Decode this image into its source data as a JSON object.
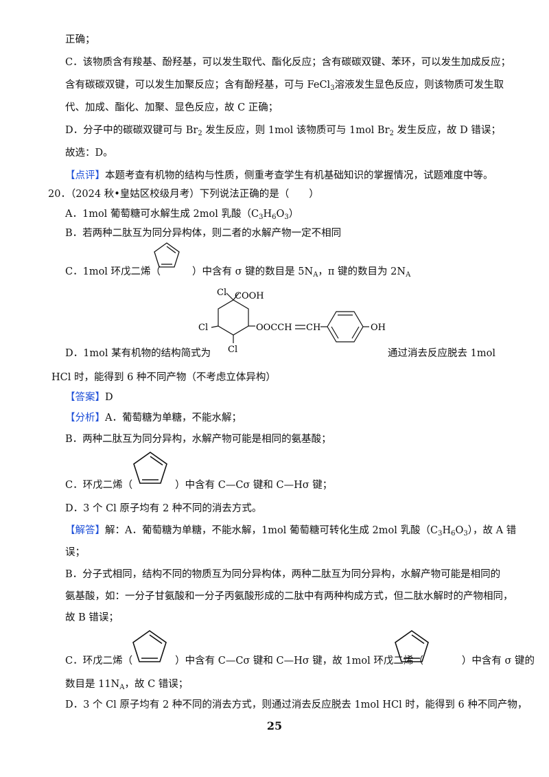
{
  "lines": {
    "l1": "正确；",
    "l2": "C．该物质含有羧基、酚羟基，可以发生取代、酯化反应；含有碳碳双键、苯环，可以发生加成反应；",
    "l3a": "含有碳碳双键，可以发生加聚反应；含有酚羟基，可与 FeCl",
    "l3b": "溶液发生显色反应，则该物质可发生取",
    "l4": "代、加成、酯化、加聚、显色反应，故 C 正确；",
    "l5a": "D．分子中的碳碳双键可与 Br",
    "l5b": " 发生反应，则 1mol 该物质可与 1mol  Br",
    "l5c": " 发生反应，故 D 错误；",
    "l6": "故选：D。",
    "l7tag": "【点评】",
    "l7": "本题考查有机物的结构与性质，侧重考查学生有机基础知识的掌握情况，试题难度中等。",
    "q20": "20．（2024 秋•皇姑区校级月考）下列说法正确的是（　　）",
    "qa_a": "A．1mol 葡萄糖可水解生成 2mol 乳酸（C",
    "qa_b": "H",
    "qa_c": "O",
    "qa_d": "）",
    "qb": "B．若两种二肽互为同分异构体，则二者的水解产物一定不相同",
    "qc_a": "C．1mol 环戊二烯（",
    "qc_b": "）中含有 σ 键的数目是 5N",
    "qc_c": "，π 键的数目为 2N",
    "qd_a": "D．1mol 某有机物的结构简式为",
    "qd_b": "通过消去反应脱去 1mol",
    "qd_c": "HCl 时，能得到 6 种不同产物（不考虑立体异构）",
    "ans_tag": "【答案】",
    "ans": "D",
    "an_tag": "【分析】",
    "an_a": "A．葡萄糖为单糖，不能水解；",
    "an_b": "B．两种二肽互为同分异构，水解产物可能是相同的氨基酸；",
    "an_c1": "C．环戊二烯（",
    "an_c2": "）中含有 C—Cσ 键和 C—Hσ 键；",
    "an_d": "D．3 个 Cl 原子均有 2 种不同的消去方式。",
    "sol_tag": "【解答】",
    "sol_a1": "解：A．葡萄糖为单糖，不能水解，1mol 葡萄糖可转化生成 2mol 乳酸（C",
    "sol_a2": "），故 A 错",
    "sol_a3": "误；",
    "sol_b1": "B．分子式相同，结构不同的物质互为同分异构体，两种二肽互为同分异构，水解产物可能是相同的",
    "sol_b2": "氨基酸，如：一分子甘氨酸和一分子丙氨酸形成的二肽中有两种构成方式，但二肽水解时的产物相同，",
    "sol_b3": "故 B 错误；",
    "sol_c1": "C．环戊二烯（",
    "sol_c2": "）中含有 C—Cσ 键和 C—Hσ 键，故 1mol 环戊二烯（",
    "sol_c3": "）中含有 σ 键的",
    "sol_c4a": "数目是 11N",
    "sol_c4b": "，故 C 错误；",
    "sol_d1": "D．3 个 Cl 原子均有 2 种不同的消去方式，则通过消去反应脱去 1mol  HCl 时，能得到 6 种不同产物，"
  },
  "subs": {
    "three": "3",
    "two": "2",
    "six": "6",
    "A": "A"
  },
  "structure": {
    "cl_top": "Cl",
    "cooh": "COOH",
    "cl_left": "Cl",
    "ester": "OOCCH",
    "ch": "CH",
    "oh": "OH",
    "cl_bottom": "Cl"
  },
  "page_number": "25",
  "colors": {
    "tag": "#1d4fd8",
    "text": "#111111"
  }
}
